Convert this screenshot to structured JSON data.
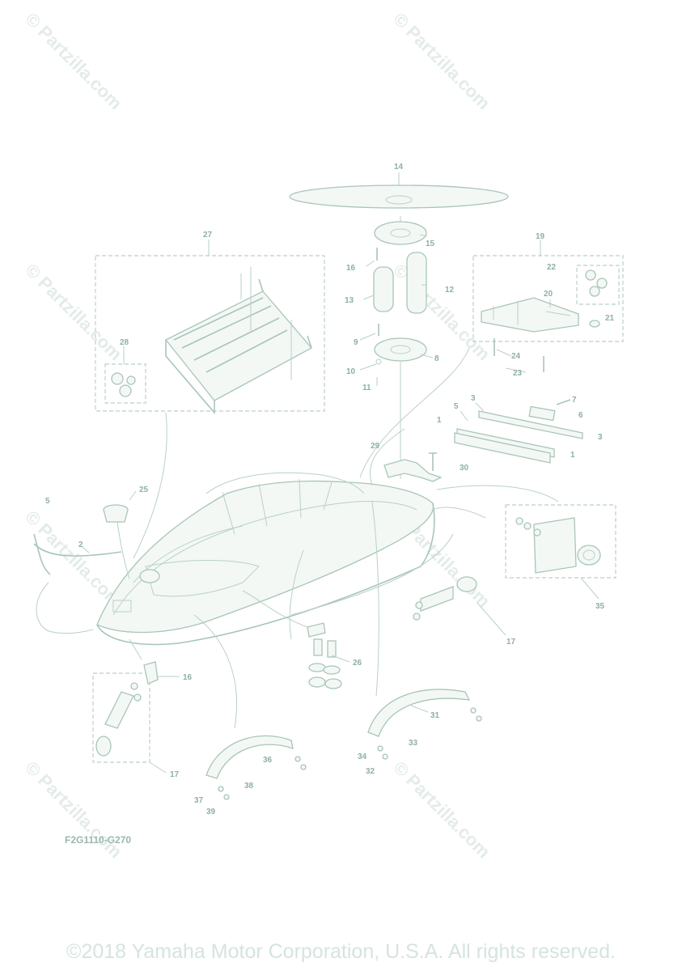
{
  "watermark": "© Partzilla.com",
  "diagram_code": "F2G1110-G270",
  "copyright": "©2018 Yamaha Motor Corporation, U.S.A. All rights reserved.",
  "callouts": {
    "c1a": "1",
    "c1b": "1",
    "c2": "2",
    "c3a": "3",
    "c3b": "3",
    "c5a": "5",
    "c5b": "5",
    "c6": "6",
    "c7": "7",
    "c8": "8",
    "c9": "9",
    "c10": "10",
    "c11": "11",
    "c12": "12",
    "c13": "13",
    "c14": "14",
    "c15": "15",
    "c16a": "16",
    "c16b": "16",
    "c17a": "17",
    "c17b": "17",
    "c19": "19",
    "c20": "20",
    "c21": "21",
    "c22": "22",
    "c23": "23",
    "c24": "24",
    "c25": "25",
    "c26": "26",
    "c27": "27",
    "c28": "28",
    "c29": "29",
    "c30": "30",
    "c31": "31",
    "c32": "32",
    "c33": "33",
    "c34": "34",
    "c35": "35",
    "c36": "36",
    "c37": "37",
    "c38": "38",
    "c39": "39"
  }
}
